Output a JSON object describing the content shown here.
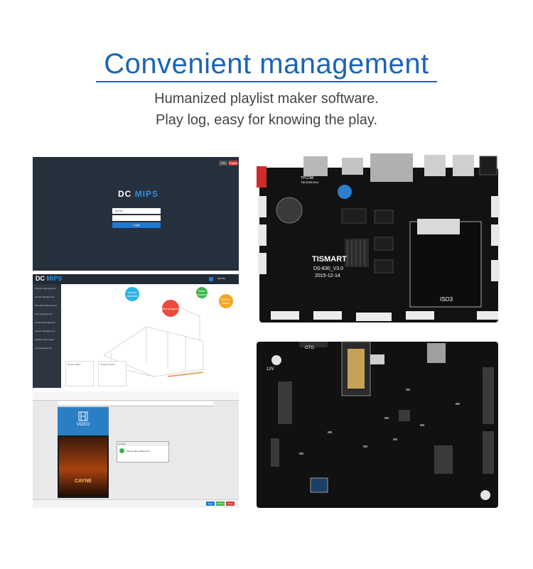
{
  "headline": "Convenient management",
  "subtitle_line1": "Humanized playlist maker software.",
  "subtitle_line2": "Play log, easy for knowing the play.",
  "login_screen": {
    "logo_prefix": "DC",
    "logo_main": "MIPS",
    "username_value": "admin",
    "login_button": "Login",
    "top_btn1": "CN",
    "top_btn2": "English"
  },
  "admin_screen": {
    "logo_prefix": "DC",
    "logo_main": "MIPS",
    "sidebar": [
      "Program Management",
      "Device Management",
      "Schedule Management",
      "User Management",
      "Content Management",
      "System Management",
      "Statistics Information",
      "Log Management"
    ],
    "bubble_upload": "Upload material",
    "bubble_new": "New program",
    "bubble_make": "Make program",
    "bubble_monitor": "Monitor device",
    "card_device_status": "Device Status",
    "card_program_status": "Program Status",
    "user": "admin"
  },
  "editor_screen": {
    "video_label": "VIDEO",
    "poster_title": "CAYNE",
    "dialog_title": "prompt",
    "dialog_text": "Saving data, please wait...",
    "save_label": "Save",
    "publish_label": "Publish",
    "close_label": "Close"
  },
  "board1": {
    "brand": "TISMART",
    "model": "DS-830_V3.0",
    "date": "2015-12-14",
    "label_iso": "ISO3",
    "label_tp": "TPCOM",
    "label_tp2": "TBC0081004L"
  },
  "board2": {
    "label_otg": "OTG",
    "label_12v": "12V"
  },
  "colors": {
    "brand_blue": "#1d64b4",
    "board_black": "#111111",
    "login_bg": "#27303d"
  }
}
